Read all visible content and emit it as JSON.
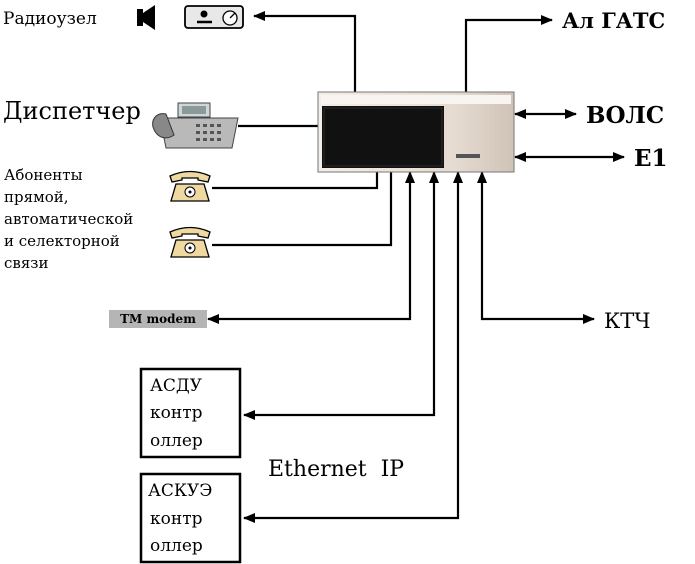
{
  "nodes": {
    "radio": {
      "label": "Радиоузел"
    },
    "dispatcher": {
      "label": "Диспетчер"
    },
    "subscribers": {
      "lines": [
        "Абоненты",
        "прямой,",
        "автоматической",
        "и селекторной",
        "связи"
      ]
    },
    "tm_modem": {
      "label": "TM modem"
    },
    "asdu": {
      "lines": [
        "АСДУ",
        "контр",
        "оллер"
      ]
    },
    "askue": {
      "lines": [
        "АСКУЭ",
        "контр",
        "оллер"
      ]
    },
    "al_gats": {
      "label": "Ал ГАТС"
    },
    "vols": {
      "label": "ВОЛС"
    },
    "e1": {
      "label": "E1"
    },
    "ktch": {
      "label": "КТЧ"
    },
    "ethernet": {
      "label": "Ethernet  IP"
    }
  },
  "colors": {
    "device_body": "#ebe2d8",
    "device_panel": "#111111",
    "modem_fill": "#b5b5b5",
    "phone": "#efd9a0"
  },
  "icons": {
    "radio": "speaker-icon",
    "dispatcher": "desk-phone-icon",
    "subscribers": "telephone-icon"
  }
}
